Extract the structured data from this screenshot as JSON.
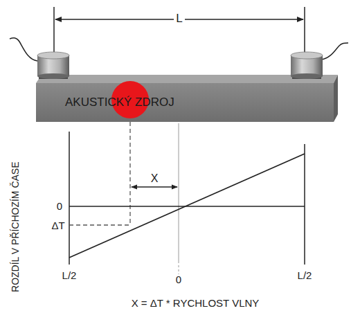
{
  "diagram": {
    "nodes": [
      {
        "text": [
          "AKUSTICKÝ ZDROJ"
        ]
      }
    ],
    "labels": [
      "L",
      "ROZDÍL V PŘÍCHOZÍM ČASE",
      "0",
      "ΔT",
      "X",
      "L/2",
      "0",
      "L/2",
      "X = ΔT * RYCHLOST VLNY"
    ]
  }
}
